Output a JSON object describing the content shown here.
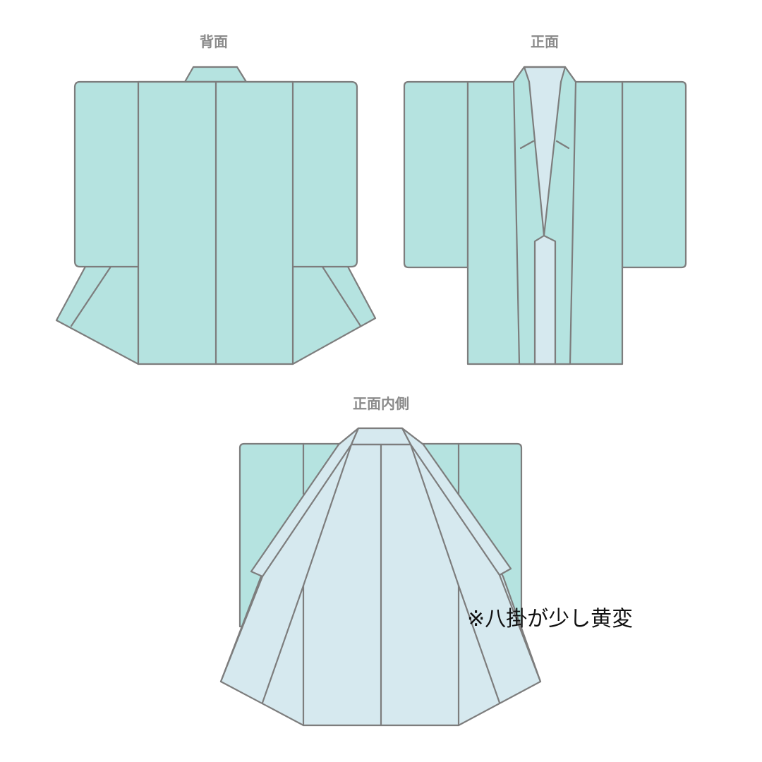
{
  "views": {
    "back": {
      "label": "背面"
    },
    "front": {
      "label": "正面"
    },
    "inside": {
      "label": "正面内側"
    }
  },
  "note": "※八掛が少し黄変",
  "colors": {
    "outer_fabric": "#b5e3e0",
    "lining_fabric": "#d6e9ef",
    "outline": "#7d7d7d",
    "label_text": "#8a8a8a",
    "note_text": "#111111"
  }
}
